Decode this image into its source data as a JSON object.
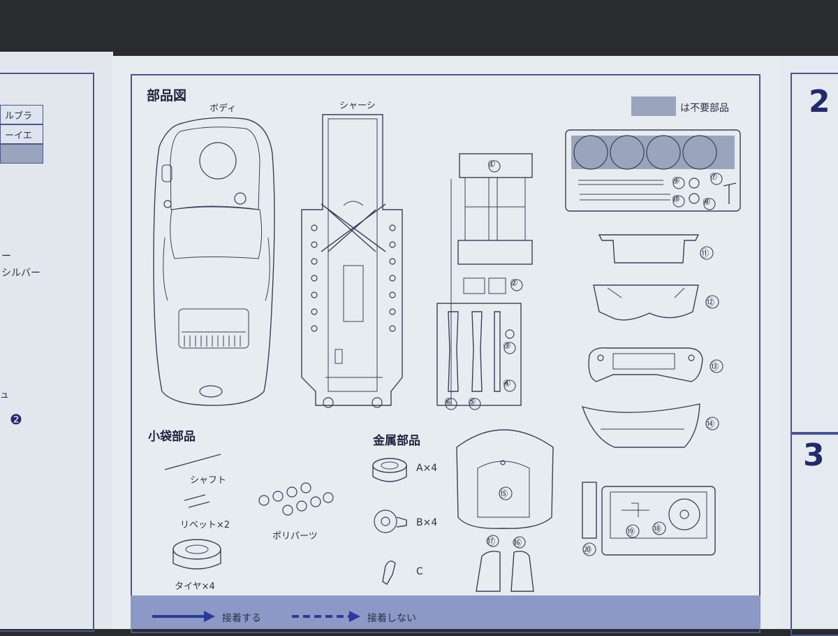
{
  "left_page": {
    "table_rows": [
      "ルブラック",
      "ーイエロー",
      ""
    ],
    "dash_label": "ー",
    "silver_label": "シルバー",
    "small_mark": "ュ",
    "ref_number": "❷"
  },
  "main": {
    "title": "部品図",
    "not_needed_label": "は不要部品",
    "body_label": "ボディ",
    "chassis_label": "シャーシ",
    "small_bag_title": "小袋部品",
    "shaft_label": "シャフト",
    "rivet_label": "リベット×2",
    "poly_label": "ポリパーツ",
    "tire_label": "タイヤ×4",
    "metal_title": "金属部品",
    "metal_a_label": "A×4",
    "metal_b_label": "B×4",
    "metal_c_label": "C",
    "part_numbers": [
      "①",
      "②",
      "③",
      "④",
      "⑤",
      "⑥",
      "⑦",
      "⑧",
      "⑨",
      "⑩",
      "⑪",
      "⑫",
      "⑬",
      "⑭",
      "⑮",
      "⑯",
      "⑰",
      "⑱",
      "⑲",
      "⑳"
    ]
  },
  "legend": {
    "glue_label": "接着する",
    "no_glue_label": "接着しない"
  },
  "right_page": {
    "step_2": "2",
    "step_3": "3"
  },
  "colors": {
    "frame": "#4a5590",
    "legend_bar": "#8c98c6",
    "not_needed_swatch": "#9aa5bd",
    "arrow": "#2a3a9a"
  }
}
